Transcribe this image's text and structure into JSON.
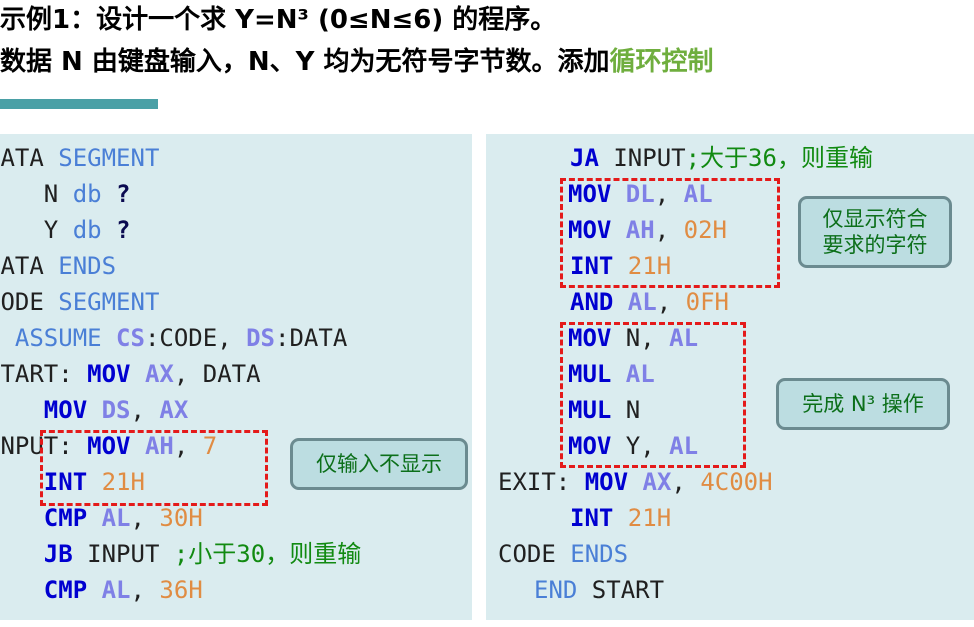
{
  "title_line1": "示例1：设计一个求 Y=N³ (0≤N≤6) 的程序。",
  "title_line2_prefix": "数据 N 由键盘输入，N、Y 均为无符号字节数。添加",
  "title_line2_highlight": "循环控制",
  "left_code": {
    "l1": {
      "a": "DATA",
      "b": " SEGMENT"
    },
    "l2": {
      "a": "    N",
      "b": " db",
      "c": " ?"
    },
    "l3": {
      "a": "    Y",
      "b": " db",
      "c": " ?"
    },
    "l4": {
      "a": "DATA",
      "b": " ENDS"
    },
    "l5": {
      "a": "CODE",
      "b": " SEGMENT"
    },
    "l6": {
      "a": "  ASSUME ",
      "b": "CS",
      "c": ":CODE, ",
      "d": "DS",
      "e": ":DATA"
    },
    "l7": {
      "a": "START: ",
      "b": "MOV",
      "c": " AX",
      "d": ", DATA"
    },
    "l8": {
      "a": "    ",
      "b": "MOV",
      "c": " DS",
      "d": ", ",
      "e": "AX"
    },
    "l9": {
      "a": "INPUT: ",
      "b": "MOV",
      "c": " AH",
      "d": ", ",
      "e": "7"
    },
    "l10": {
      "a": "    ",
      "b": "INT",
      "c": " 21H"
    },
    "l11": {
      "a": "    ",
      "b": "CMP",
      "c": " AL",
      "d": ", ",
      "e": "30H"
    },
    "l12": {
      "a": "    ",
      "b": "JB",
      "c": " INPUT ",
      "d": ";小于30，则重输"
    },
    "l13": {
      "a": "    ",
      "b": "CMP",
      "c": " AL",
      "d": ", ",
      "e": "36H"
    }
  },
  "right_code": {
    "r1": {
      "a": "JA",
      "b": " INPUT",
      "c": ";大于36，则重输"
    },
    "r2": {
      "a": "MOV",
      "b": " DL",
      "c": ", ",
      "d": "AL"
    },
    "r3": {
      "a": "MOV",
      "b": " AH",
      "c": ", ",
      "d": "02H"
    },
    "r4": {
      "a": "INT",
      "b": " 21H"
    },
    "r5": {
      "a": "AND",
      "b": " AL",
      "c": ", ",
      "d": "0FH"
    },
    "r6": {
      "a": "MOV",
      "b": " N, ",
      "c": "AL"
    },
    "r7": {
      "a": "MUL",
      "b": " AL"
    },
    "r8": {
      "a": "MUL",
      "b": " N"
    },
    "r9": {
      "a": "MOV",
      "b": " Y, ",
      "c": "AL"
    },
    "r10": {
      "a": "EXIT: ",
      "b": "MOV",
      "c": " AX",
      "d": ", ",
      "e": "4C00H"
    },
    "r11": {
      "a": "INT",
      "b": " 21H"
    },
    "r12": {
      "a": "CODE",
      "b": " ENDS"
    },
    "r13": {
      "a": "END",
      "b": " START"
    }
  },
  "notes": {
    "no_echo": "仅输入不显示",
    "show_valid": "仅显示符合\n要求的字符",
    "cube": "完成 N³ 操作"
  },
  "colors": {
    "keyword": "#0000d0",
    "register": "#7f80e6",
    "segment_word": "#4a7fd6",
    "number": "#e08c43",
    "comment": "#118a11",
    "panel_bg": "#daecef",
    "dashed_box": "#e41a1a",
    "title_highlight": "#6fae3e",
    "underbar": "#4aa0a6"
  }
}
